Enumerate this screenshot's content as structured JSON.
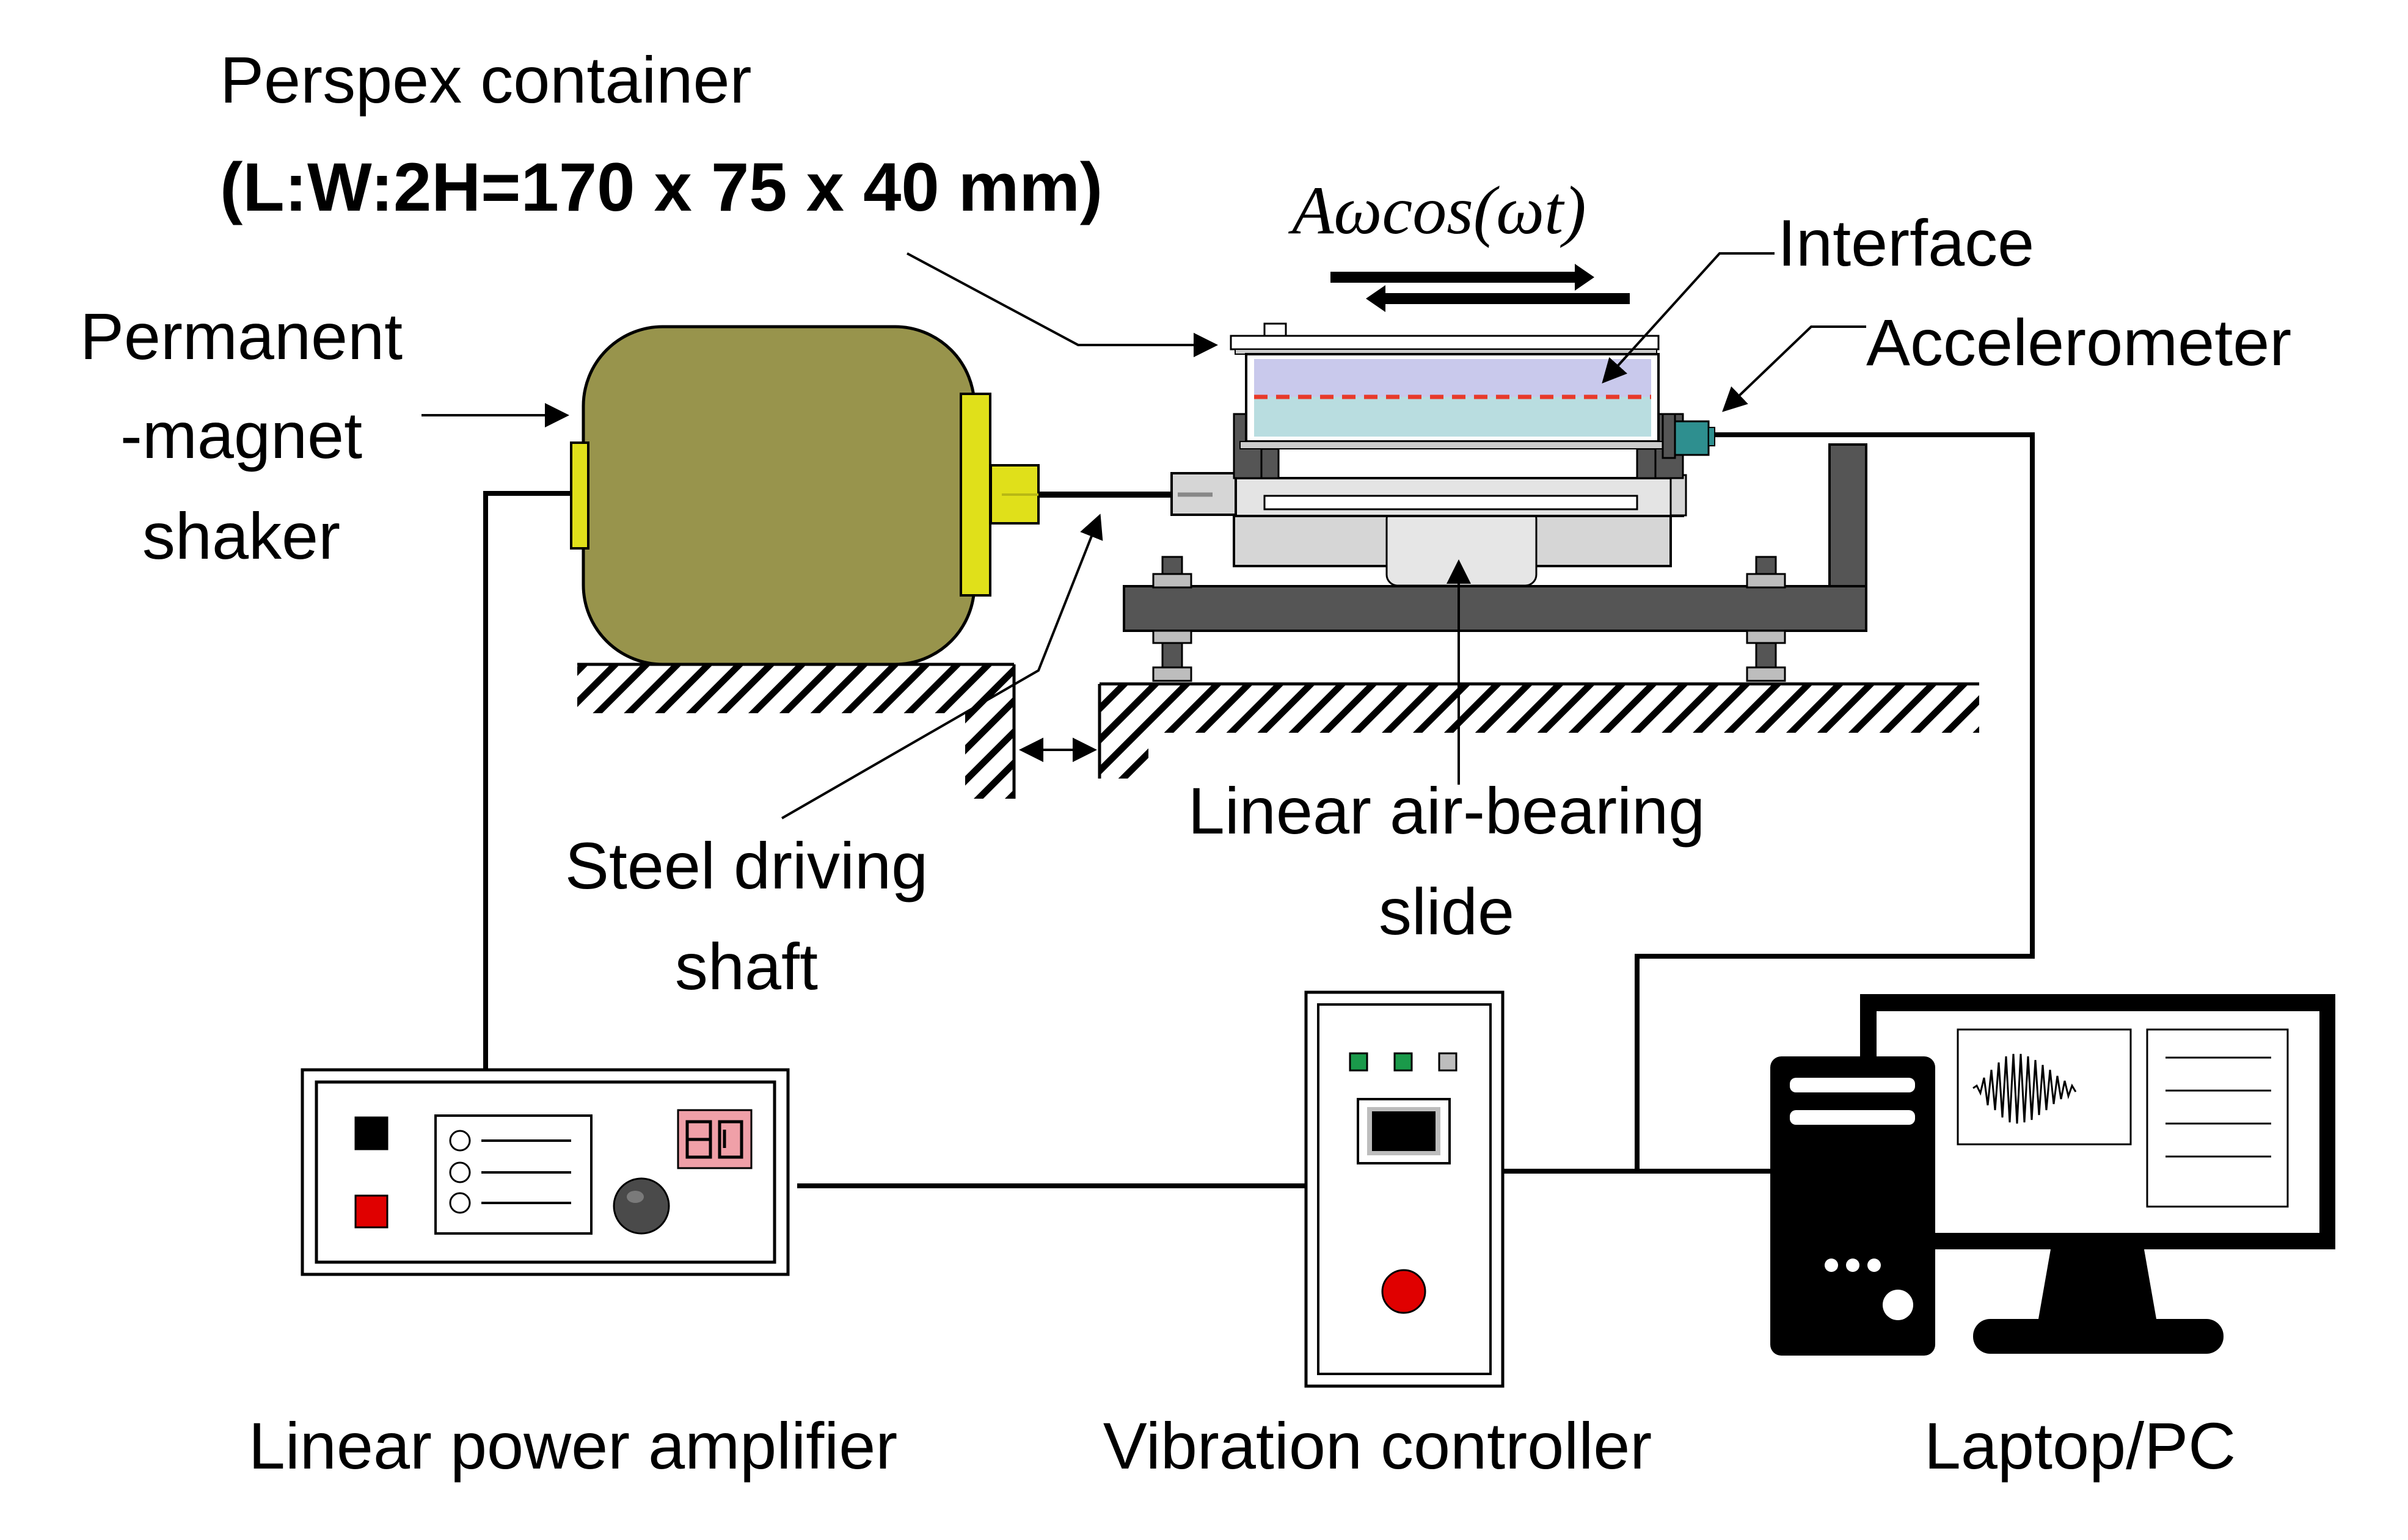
{
  "labels": {
    "container_title": "Perspex container",
    "container_dims": "(L:W:2H=170 x 75 x 40 mm)",
    "excitation": "Aωcos(ωt)",
    "interface": "Interface",
    "accelerometer": "Accelerometer",
    "shaker_line1": "Permanent",
    "shaker_line2": "-magnet",
    "shaker_line3": "shaker",
    "shaft_line1": "Steel driving",
    "shaft_line2": "shaft",
    "slide_line1": "Linear air-bearing",
    "slide_line2": "slide",
    "amplifier": "Linear power amplifier",
    "controller": "Vibration controller",
    "pc": "Laptop/PC"
  },
  "colors": {
    "shaker_body": "#98944c",
    "shaker_flange": "#e0e01a",
    "liquid_upper": "#c9c9ec",
    "liquid_lower": "#b9dde0",
    "interface_line": "#e8392a",
    "accelerometer": "#2e8f8f",
    "frame_dark": "#555555",
    "amp_display": "#f0a0a8",
    "button_black": "#000000",
    "button_red": "#e00000",
    "led_green": "#1a9a4a",
    "led_grey": "#bdbdbd",
    "stop_red": "#e00000"
  },
  "icons": {
    "amp_display": "seven-segment-display",
    "amp_knob": "control-knob",
    "controller_leds": "status-leds",
    "pc_waveform": "oscillation-waveform",
    "pc_tower": "desktop-tower",
    "pc_monitor": "computer-monitor"
  }
}
